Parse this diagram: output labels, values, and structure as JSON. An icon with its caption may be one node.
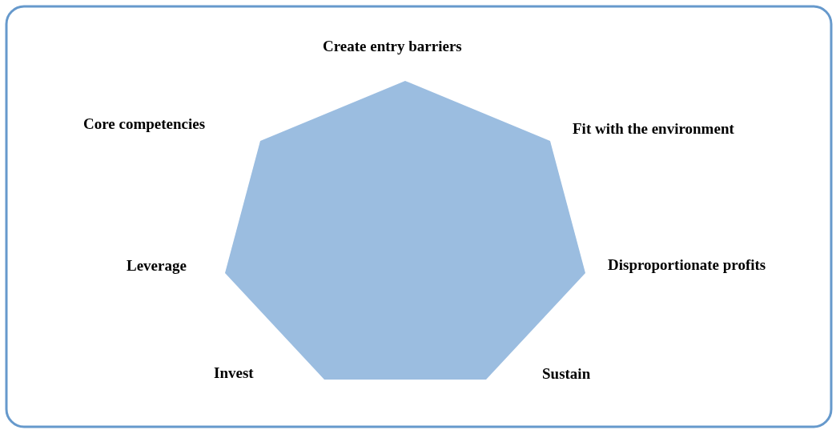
{
  "diagram": {
    "labels": [
      "Create entry barriers",
      "Core competencies",
      "Fit with the environment",
      "Leverage",
      "Disproportionate profits",
      "Invest",
      "Sustain"
    ]
  }
}
